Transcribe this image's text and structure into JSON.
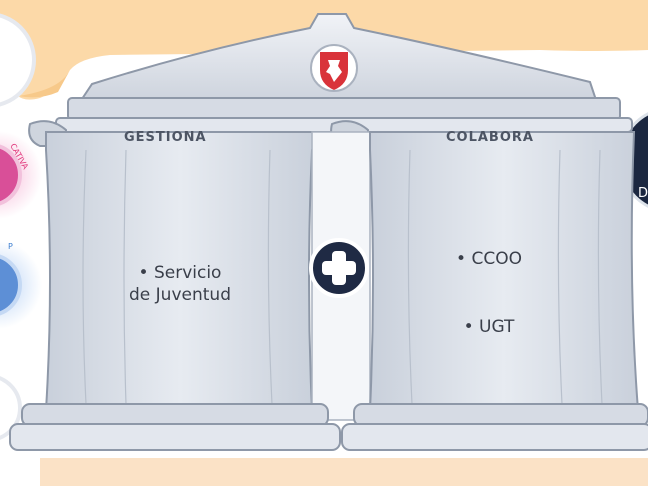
{
  "columns": {
    "left": {
      "heading": "GESTIONA",
      "items": [
        "• Servicio",
        "de Juventud"
      ]
    },
    "right": {
      "heading": "COLABORA",
      "items": [
        "• CCOO",
        "• UGT"
      ]
    }
  },
  "side_fragments": {
    "pink_label": "CATIVA",
    "blue_label": "P",
    "right_edge_letter": "D"
  },
  "icons": {
    "crest": "zaragoza-lion-crest-icon",
    "center": "plus-icon"
  },
  "colors": {
    "banner_orange": "#fcd9a8",
    "column_fill": "#dfe4ec",
    "column_stroke": "#8e98a8",
    "crest_red": "#d9333a",
    "center_navy": "#1f2a44",
    "pink_circle": "#d94f98",
    "blue_circle": "#5d8fd6",
    "dark_navy_circle": "#1b2740"
  }
}
